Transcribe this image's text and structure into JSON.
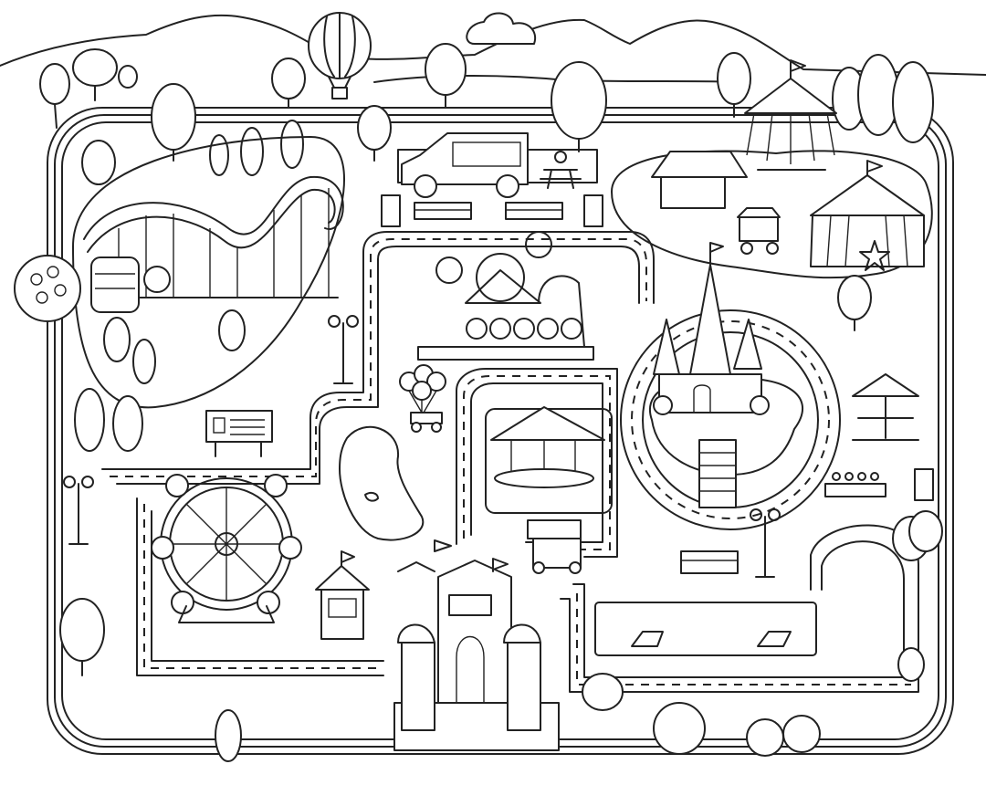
{
  "map": {
    "style": "black-and-white line art coloring page",
    "line_color": "#222222",
    "background": "#ffffff",
    "features": [
      "roller-coaster",
      "hot-air-balloon",
      "food-truck",
      "picnic-table",
      "park-benches",
      "trash-bins",
      "wave-swinger-ride",
      "market-stall",
      "popcorn-cart",
      "circus-tent",
      "fairytale-castle",
      "carousel",
      "balloon-cart",
      "duck-pond",
      "ferris-wheel",
      "ticket-booth",
      "park-entrance-gate",
      "bumper-cars",
      "information-board",
      "street-lamps",
      "cafe-table-umbrella",
      "flower-planter",
      "trees",
      "clouds",
      "hills"
    ]
  }
}
